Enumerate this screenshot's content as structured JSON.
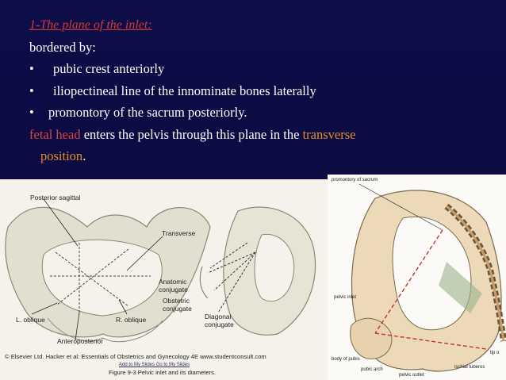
{
  "slide": {
    "title": "1-The plane of the inlet:",
    "intro": "bordered by:",
    "bullets": [
      {
        "mark": "•",
        "text": "pubic crest anteriorly"
      },
      {
        "mark": "•",
        "text": "iliopectineal line of the innominate bones laterally"
      },
      {
        "mark": "•",
        "text": "promontory of the sacrum posteriorly."
      }
    ],
    "sentence_part1": "fetal head",
    "sentence_part2": " enters the pelvis through this plane in the ",
    "sentence_part3": "transverse",
    "sentence_part4": "position",
    "sentence_part5": "."
  },
  "figure_left": {
    "labels": {
      "posterior_sagittal": "Posterior sagittal",
      "transverse": "Transverse",
      "anatomic_conjugate": "Anatomic conjugate",
      "obstetric_conjugate": "Obstetric conjugate",
      "diagonal_conjugate": "Diagonal conjugate",
      "l_oblique": "L. oblique",
      "r_oblique": "R. oblique",
      "anteroposterior": "Anteroposterior"
    },
    "copyright": "© Elsevier Ltd. Hacker et al: Essentials of Obstetrics and Gynecology 4E www.studentconsult.com",
    "links": "Add to My Slides   Go to My Slides",
    "caption": "Figure 9-3 Pelvic inlet and its diameters."
  },
  "figure_right": {
    "labels": {
      "promontory": "promontory of sacrum",
      "pelvic_inlet": "pelvic inlet",
      "body_of_pubis": "body of pubis",
      "pubic_arch": "pubic arch",
      "pelvic_outlet": "pelvic outlet",
      "ischial": "ischial tuberos",
      "tip": "tip o"
    }
  },
  "colors": {
    "background": "#0b0b3f",
    "title": "#d43a3a",
    "fetal_head": "#e0413f",
    "transverse": "#e88a2e"
  }
}
